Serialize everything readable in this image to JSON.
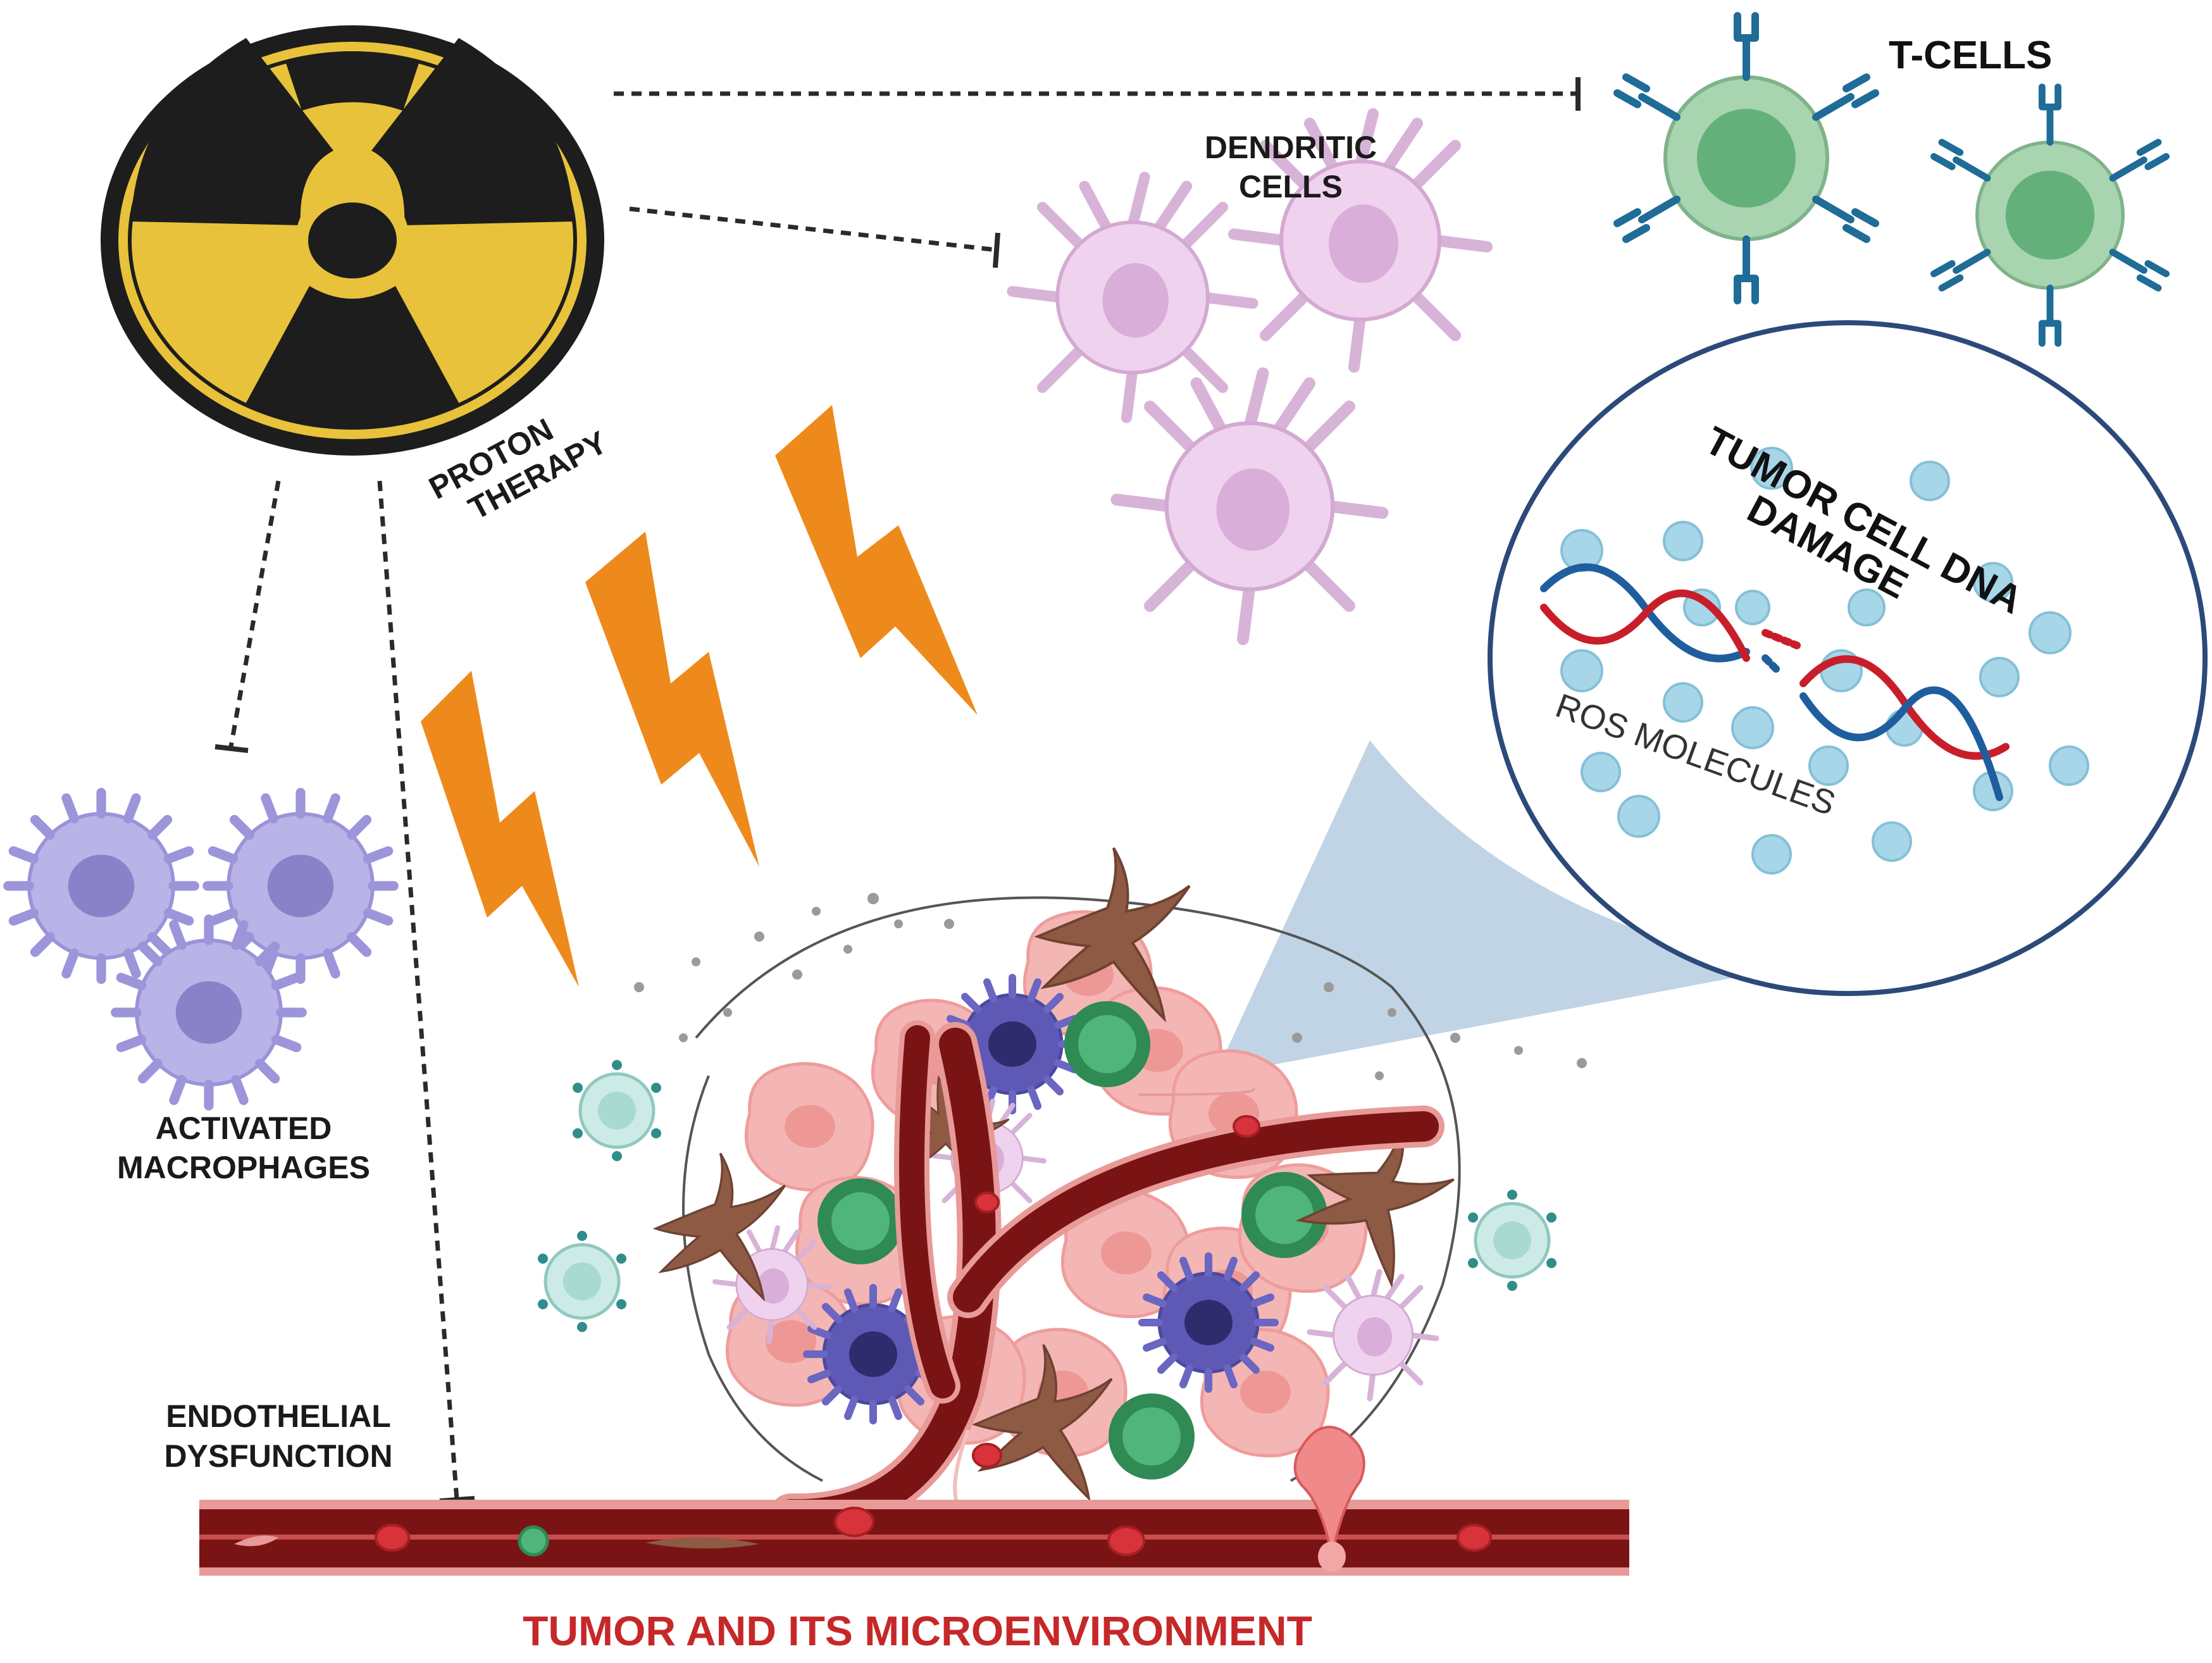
{
  "labels": {
    "proton_therapy": [
      "PROTON",
      "THERAPY"
    ],
    "t_cells": "T-CELLS",
    "dendritic_cells": [
      "DENDRITIC",
      "CELLS"
    ],
    "tumor_dna": [
      "TUMOR CELL DNA",
      "DAMAGE"
    ],
    "ros": "ROS MOLECULES",
    "macrophages": [
      "ACTIVATED",
      "MACROPHAGES"
    ],
    "endothelial": [
      "ENDOTHELIAL",
      "DYSFUNCTION"
    ],
    "title": "TUMOR AND ITS MICROENVIRONMENT"
  },
  "icons": {
    "radiation": "radiation-trefoil-icon",
    "lightning": "lightning-bolt-icon"
  },
  "colors": {
    "radiation_yellow": "#E8C23A",
    "radiation_black": "#1d1d1d",
    "lightning_orange": "#EE8A1C",
    "t_cell_green": "#9CCFA3",
    "dendritic_pink": "#EFD3EE",
    "macrophage_purple": "#B6B0E6",
    "vessel_red": "#7A1414",
    "tumor_pink": "#F4B6B4",
    "title_red": "#C62828",
    "dna_red": "#C81E2A",
    "dna_blue": "#1F5E9E",
    "ros_blue": "#9ED0E4"
  }
}
